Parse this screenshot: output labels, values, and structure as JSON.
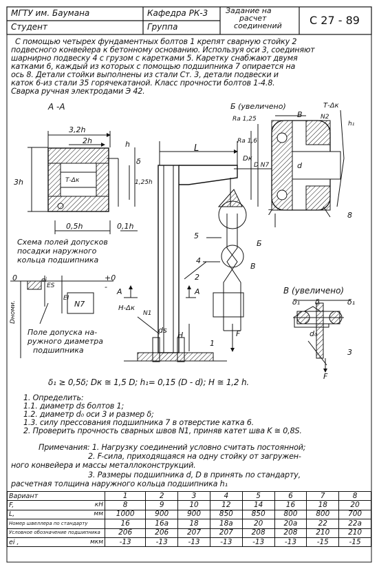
{
  "header": {
    "university": "МГТУ им. Баумана",
    "department": "Кафедра РК-3",
    "assignment": "Задание на расчет соединений",
    "assignment_line1": "Задание на",
    "assignment_line2": "расчет",
    "assignment_line3": "соединений",
    "code": "С 27 - 89",
    "student_label": "Студент",
    "group_label": "Группа"
  },
  "intro": [
    "С помощью четырех фундаментных болтов 1 крепят сварную стойку 2",
    "подвесного конвейера к бетонному основанию. Используя оси 3, соединяют",
    "шарнирно подвеску 4 с грузом с каретками 5. Каретку снабжают двумя",
    "катками 6, каждый из которых с помощью подшипника 7 опирается на",
    "ось 8. Детали стойки выполнены из стали Ст. 3, детали подвески и",
    "каток 6-из стали 35 горячекатаной. Класс прочности болтов 1-4.8.",
    "Сварка ручная электродами Э 42."
  ],
  "drawing": {
    "section_aa": "А -А",
    "dim_32h": "3,2h",
    "dim_2h": "2h",
    "dim_h": "h",
    "dim_3h": "3h",
    "dim_125h": "1,25h",
    "dim_delta": "δ",
    "dim_05h": "0,5h",
    "dim_01h": "0,1h",
    "weld_tdk": "Т-Δк",
    "view_b": "Б (увеличено)",
    "view_b_letter": "Б",
    "ra125": "Ra 1,25",
    "ra16": "Ra 1,6",
    "dim_B": "B",
    "dim_Dk": "Dк",
    "dim_D_N7": "D N7",
    "dim_d": "d",
    "n2": "N2",
    "dim_h1": "h₁",
    "tdk2": "Т-Δк",
    "L": "L",
    "p7": "7",
    "p8": "8",
    "p5": "5",
    "p4": "4",
    "p2": "2",
    "p1": "1",
    "p3": "3",
    "pB": "В",
    "pB2": "Б",
    "scheme_title": [
      "Схема полей допусков",
      "посадки наружного",
      "кольца подшипника"
    ],
    "zero": "0",
    "plus0": "+0",
    "minus": "-",
    "es": "ES",
    "ei_small": "ei",
    "ei_big": "EI",
    "n7": "N7",
    "d_nom": "Dноми.",
    "tol_note": [
      "Поле допуска на-",
      "ружного диаметра",
      "подшипника"
    ],
    "arrowA1": "А",
    "arrowA2": "А",
    "hdk": "Н-Δк",
    "n1": "N1",
    "d_s": "ds",
    "H": "H",
    "F": "F",
    "F2": "F",
    "view_v": "В (увеличено)",
    "delta1a": "δ₁",
    "delta": "δ",
    "delta1b": "δ₁",
    "d0": "d₀"
  },
  "formula": "δ₁ ≥ 0,5δ;  Dк ≅ 1,5 D;    h₁= 0,15 (D - d);  H ≅ 1,2 h.",
  "tasks": [
    "1. Определить:",
    "1.1. диаметр ds болтов 1;",
    "1.2. диаметр d₀ оси 3 и размер δ;",
    "1.3. силу прессования подшипника 7 в отверстие катка 6.",
    "2. Проверить прочность сварных швов N1, приняв катет шва  K ≅ 0,8S."
  ],
  "notes": [
    "Примечания: 1. Нагрузку соединений условно считать постоянной;",
    "2. F-сила, приходящаяся на одну стойку от загружен-",
    "ного конвейера и массы металлоконструкций.",
    "3. Размеры подшипника  d, D  в принять по стандарту,",
    "расчетная толщина наружного кольца подшипника  h₁"
  ],
  "table": {
    "header": "Вариант",
    "variants": [
      "1",
      "2",
      "3",
      "4",
      "5",
      "6",
      "7",
      "8"
    ],
    "rows": [
      {
        "name": "F,",
        "unit": "кН",
        "values": [
          "8",
          "9",
          "10",
          "12",
          "14",
          "16",
          "18",
          "20"
        ]
      },
      {
        "name": "L,",
        "unit": "мм",
        "values": [
          "1000",
          "900",
          "900",
          "850",
          "850",
          "800",
          "800",
          "700"
        ]
      },
      {
        "name": "Номер швеллера по стандарту",
        "unit": "",
        "values": [
          "16",
          "16a",
          "18",
          "18a",
          "20",
          "20a",
          "22",
          "22a"
        ]
      },
      {
        "name": "Условное обозначение подшипника",
        "unit": "",
        "values": [
          "206",
          "206",
          "207",
          "207",
          "208",
          "208",
          "210",
          "210"
        ]
      },
      {
        "name": "ei ,",
        "unit": "мкм",
        "values": [
          "-13",
          "-13",
          "-13",
          "-13",
          "-13",
          "-13",
          "-15",
          "-15"
        ]
      }
    ]
  }
}
